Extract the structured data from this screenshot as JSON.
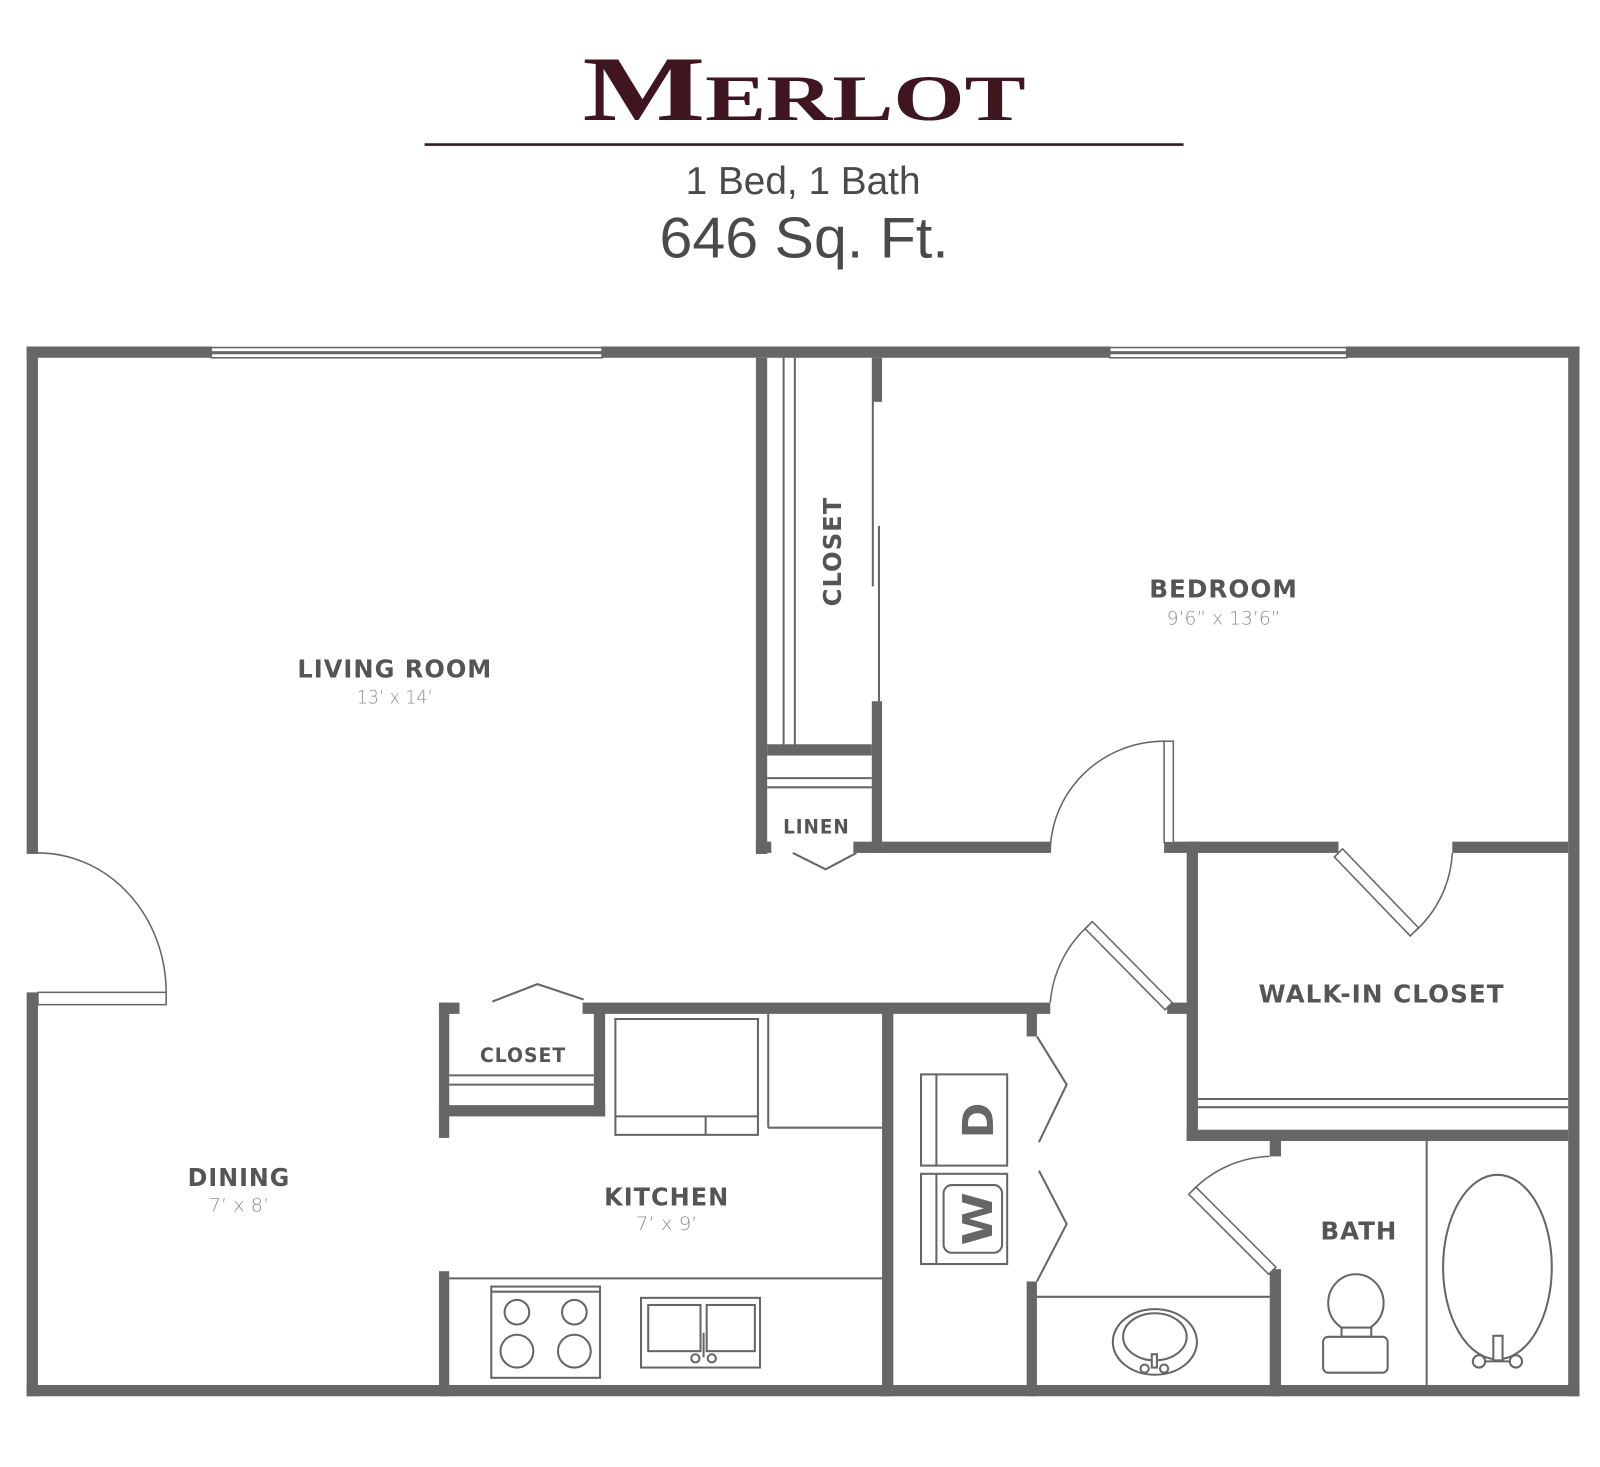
{
  "header": {
    "title": "Merlot",
    "beds_baths": "1 Bed, 1 Bath",
    "square_feet": "646 Sq. Ft."
  },
  "rooms": {
    "living_room": {
      "name": "LIVING ROOM",
      "dimensions": "13’ x 14’"
    },
    "bedroom": {
      "name": "BEDROOM",
      "dimensions": "9’6” x 13’6”"
    },
    "dining": {
      "name": "DINING",
      "dimensions": "7’ x 8’"
    },
    "kitchen": {
      "name": "KITCHEN",
      "dimensions": "7’ x 9’"
    },
    "walk_in_closet": {
      "name": "WALK-IN CLOSET"
    },
    "bath": {
      "name": "BATH"
    },
    "bedroom_closet": {
      "name": "CLOSET"
    },
    "kitchen_closet": {
      "name": "CLOSET"
    },
    "linen": {
      "name": "LINEN"
    }
  },
  "appliances": {
    "dryer": "D",
    "washer": "W"
  },
  "colors": {
    "title": "#3f1620",
    "wall": "#666666",
    "label": "#555555",
    "dimension": "#8f8f8f",
    "background": "#ffffff"
  }
}
